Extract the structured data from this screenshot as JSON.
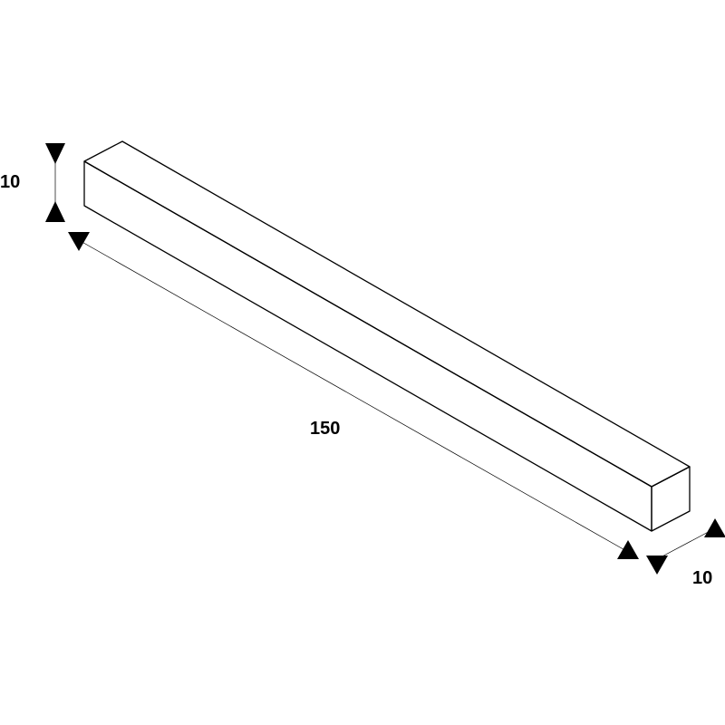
{
  "dimensions": {
    "height_label": "10",
    "length_label": "150",
    "width_label": "10"
  }
}
